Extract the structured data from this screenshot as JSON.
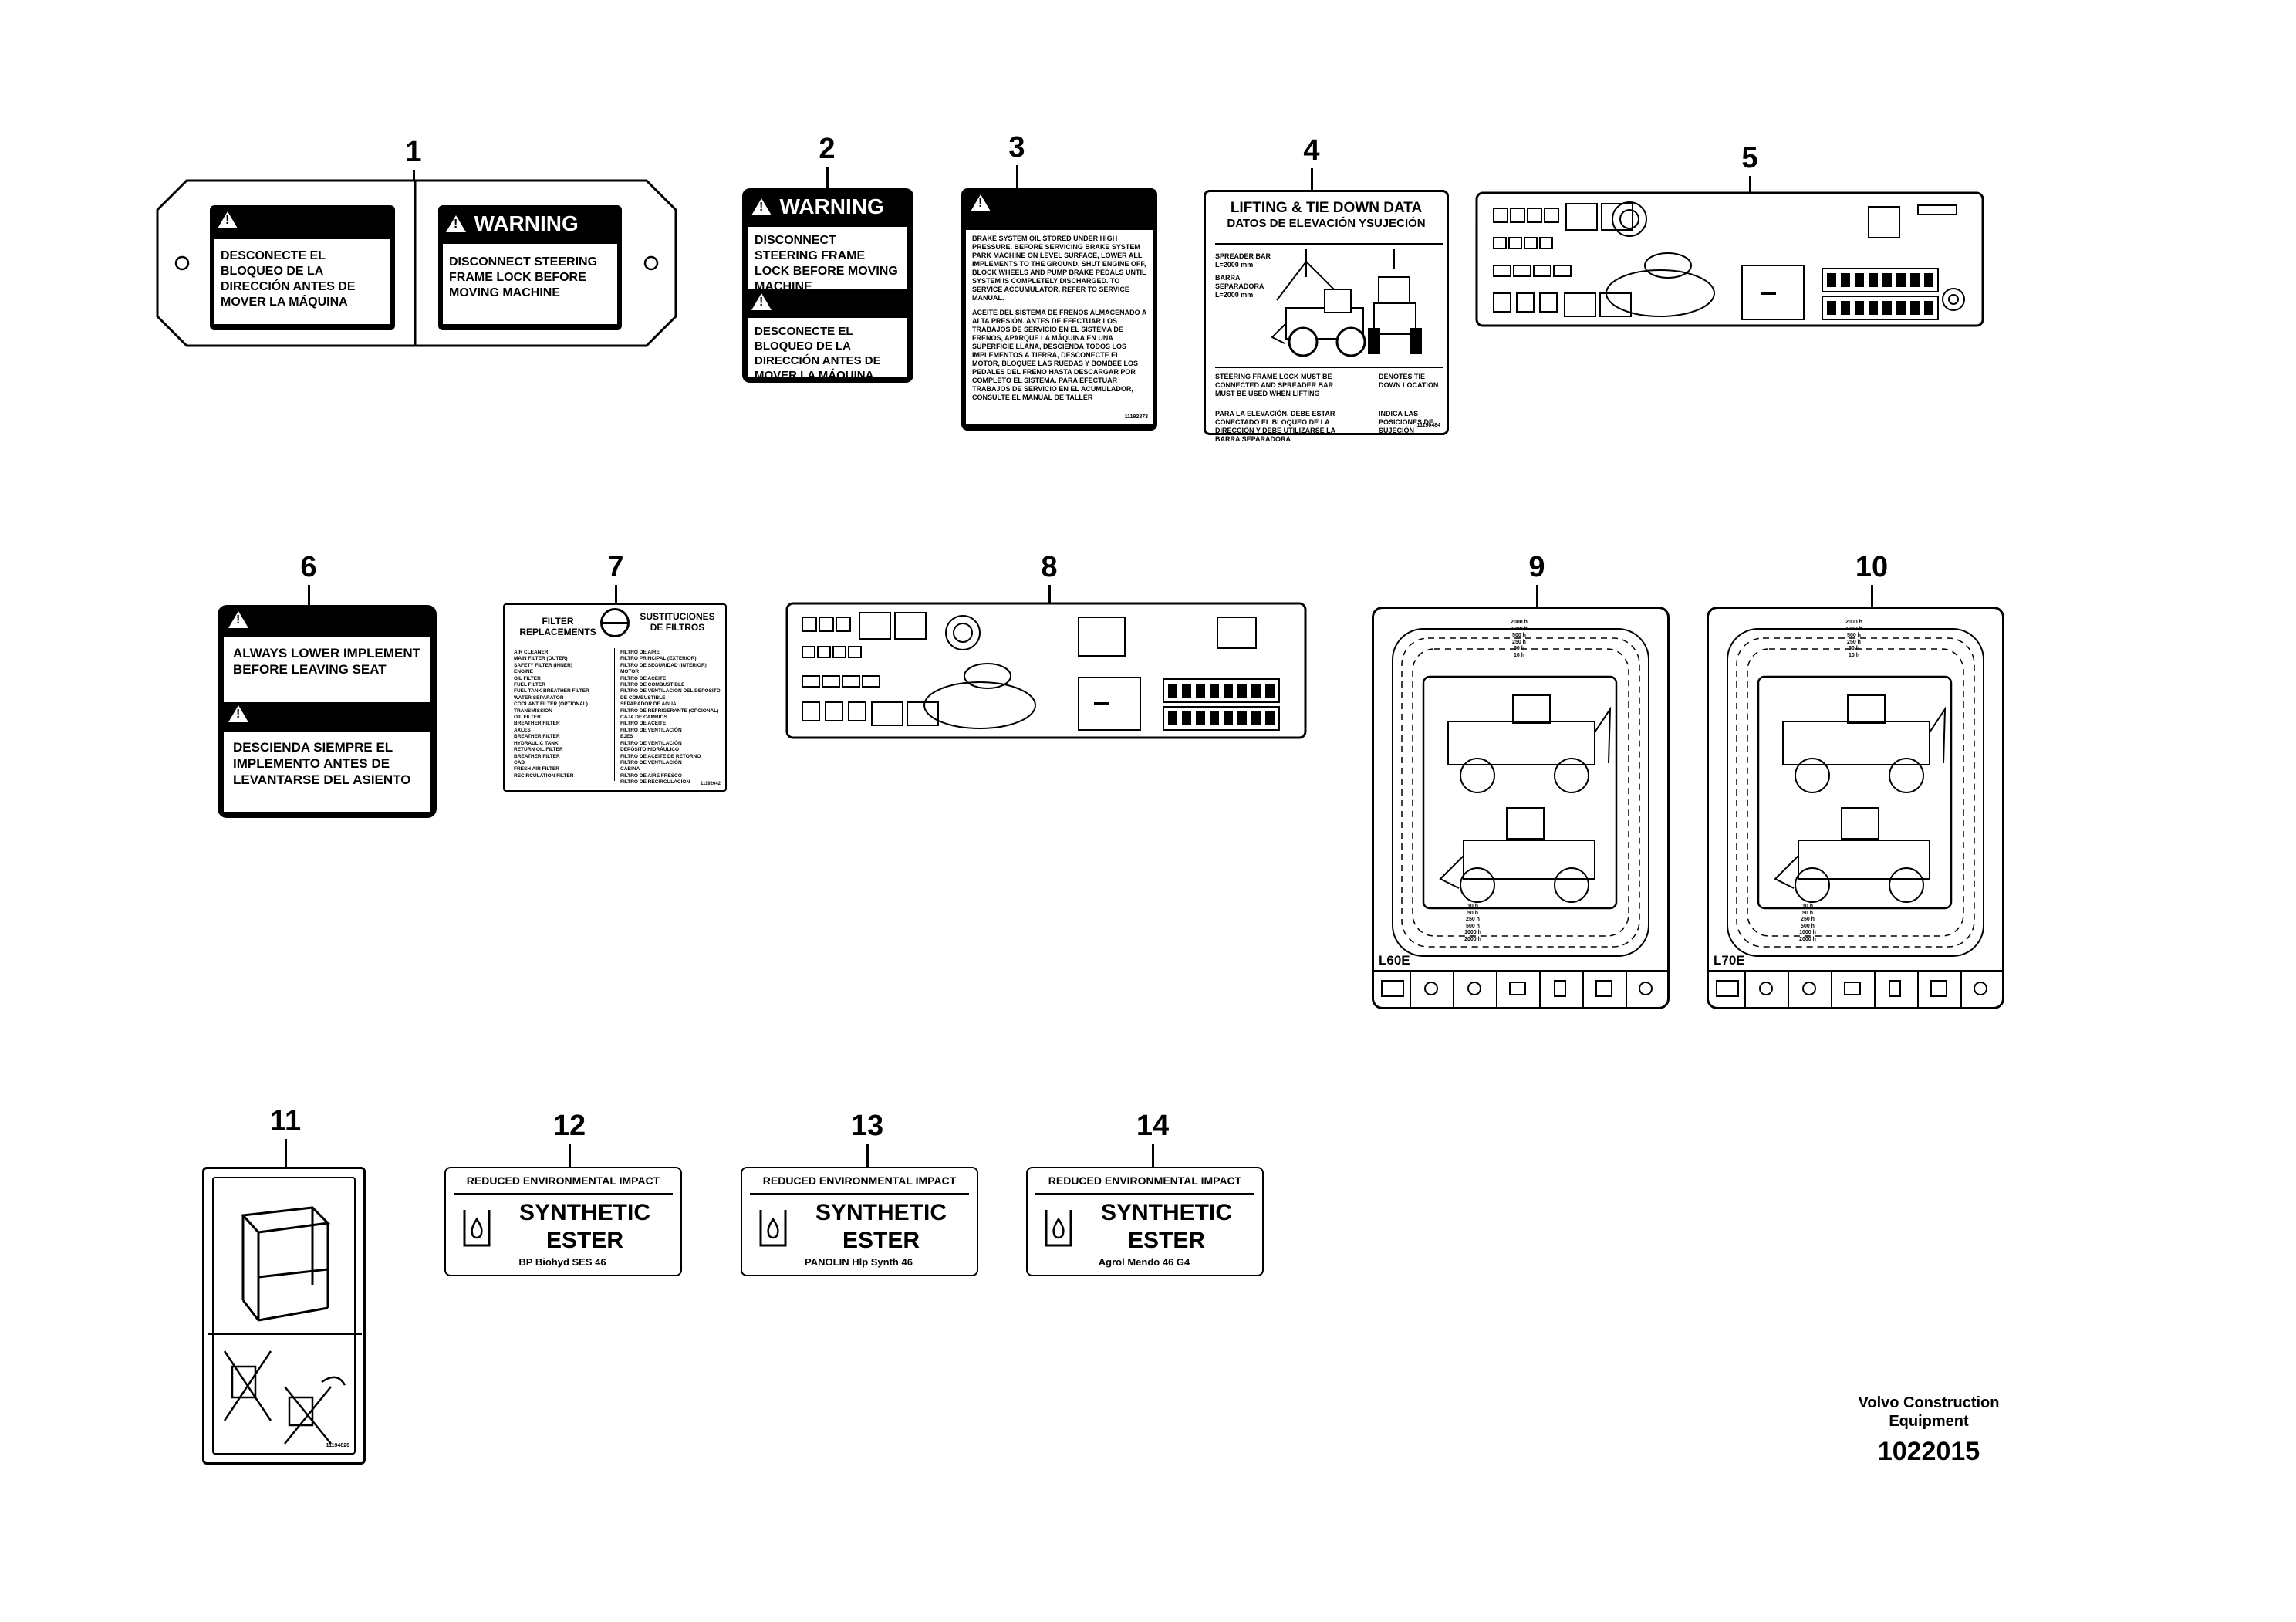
{
  "callouts": [
    "1",
    "2",
    "3",
    "4",
    "5",
    "6",
    "7",
    "8",
    "9",
    "10",
    "11",
    "12",
    "13",
    "14"
  ],
  "label1": {
    "left_text": "DESCONECTE EL BLOQUEO DE LA DIRECCIÓN ANTES DE MOVER LA MÁQUINA",
    "right_heading": "WARNING",
    "right_text": "DISCONNECT STEERING FRAME LOCK BEFORE MOVING MACHINE"
  },
  "label2": {
    "heading": "WARNING",
    "text_en": "DISCONNECT STEERING FRAME LOCK BEFORE MOVING MACHINE",
    "text_es": "DESCONECTE EL BLOQUEO DE LA DIRECCIÓN ANTES DE MOVER LA MÁQUINA"
  },
  "label3": {
    "text_en": "BRAKE SYSTEM OIL STORED UNDER HIGH PRESSURE. BEFORE SERVICING BRAKE SYSTEM PARK MACHINE ON LEVEL SURFACE, LOWER ALL IMPLEMENTS TO THE GROUND, SHUT ENGINE OFF, BLOCK WHEELS AND PUMP BRAKE PEDALS UNTIL SYSTEM IS COMPLETELY DISCHARGED. TO SERVICE ACCUMULATOR, REFER TO SERVICE MANUAL.",
    "text_es": "ACEITE DEL SISTEMA DE FRENOS ALMACENADO A ALTA PRESIÓN. ANTES DE EFECTUAR LOS TRABAJOS DE SERVICIO EN EL SISTEMA DE FRENOS, APARQUE LA MÁQUINA EN UNA SUPERFICIE LLANA, DESCIENDA TODOS LOS IMPLEMENTOS A TIERRA, DESCONECTE EL MOTOR, BLOQUEE LAS RUEDAS Y BOMBEE LOS PEDALES DEL FRENO HASTA DESCARGAR POR COMPLETO EL SISTEMA. PARA EFECTUAR TRABAJOS DE SERVICIO EN EL ACUMULADOR, CONSULTE EL MANUAL DE TALLER",
    "code": "11192873"
  },
  "label4": {
    "title": "LIFTING & TIE DOWN DATA",
    "subtitle": "DATOS DE ELEVACIÓN YSUJECIÓN",
    "spec_en": "SPREADER BAR L=2000 mm",
    "spec_es": "BARRA SEPARADORA L=2000 mm",
    "note_en": "STEERING FRAME LOCK MUST BE CONNECTED AND SPREADER BAR MUST BE USED WHEN LIFTING",
    "legend_en": "DENOTES TIE DOWN LOCATION",
    "note_es": "PARA LA ELEVACIÓN, DEBE ESTAR CONECTADO EL BLOQUEO DE LA DIRECCIÓN Y DEBE UTILIZARSE LA BARRA SEPARADORA",
    "legend_es": "INDICA LAS POSICIONES DE SUJECIÓN",
    "code": "11190484"
  },
  "label6": {
    "text_en": "ALWAYS LOWER IMPLEMENT BEFORE LEAVING SEAT",
    "text_es": "DESCIENDA SIEMPRE EL IMPLEMENTO ANTES DE LEVANTARSE DEL ASIENTO"
  },
  "label7": {
    "head_en": "FILTER REPLACEMENTS",
    "head_es": "SUSTITUCIONES DE FILTROS",
    "rows_en": [
      "AIR CLEANER",
      "MAIN FILTER (OUTER)",
      "SAFETY FILTER (INNER)",
      "ENGINE",
      "OIL FILTER",
      "FUEL FILTER",
      "FUEL TANK BREATHER FILTER",
      "WATER SEPARATOR",
      "COOLANT FILTER (OPTIONAL)",
      "TRANSMISSION",
      "OIL FILTER",
      "BREATHER FILTER",
      "AXLES",
      "BREATHER FILTER",
      "HYDRAULIC TANK",
      "RETURN OIL FILTER",
      "BREATHER FILTER",
      "CAB",
      "FRESH AIR FILTER",
      "RECIRCULATION FILTER"
    ],
    "rows_es": [
      "FILTRO DE AIRE",
      "FILTRO PRINCIPAL (EXTERIOR)",
      "FILTRO DE SEGURIDAD (INTERIOR)",
      "MOTOR",
      "FILTRO DE ACEITE",
      "FILTRO DE COMBUSTIBLE",
      "FILTRO DE VENTILACIÓN DEL DEPÓSITO DE COMBUSTIBLE",
      "SEPARADOR DE AGUA",
      "FILTRO DE REFRIGERANTE (OPCIONAL)",
      "CAJA DE CAMBIOS",
      "FILTRO DE ACEITE",
      "FILTRO DE VENTILACIÓN",
      "EJES",
      "FILTRO DE VENTILACIÓN",
      "DEPÓSITO HIDRÁULICO",
      "FILTRO DE ACEITE DE RETORNO",
      "FILTRO DE VENTILACIÓN",
      "CABINA",
      "FILTRO DE AIRE FRESCO",
      "FILTRO DE RECIRCULACIÓN"
    ],
    "code": "11192042"
  },
  "label9": {
    "model": "L60E",
    "hours_top": [
      "2000 h",
      "1000 h",
      "500 h",
      "250 h",
      "50 h",
      "10 h"
    ],
    "hours_bottom": [
      "10 h",
      "50 h",
      "250 h",
      "500 h",
      "1000 h",
      "2000 h"
    ]
  },
  "label10": {
    "model": "L70E",
    "hours_top": [
      "2000 h",
      "1000 h",
      "500 h",
      "250 h",
      "50 h",
      "10 h"
    ],
    "hours_bottom": [
      "10 h",
      "50 h",
      "250 h",
      "500 h",
      "1000 h",
      "2000 h"
    ]
  },
  "label11": {
    "code": "11194820"
  },
  "label12": {
    "top": "REDUCED ENVIRONMENTAL IMPACT",
    "main1": "SYNTHETIC",
    "main2": "ESTER",
    "brand": "BP Biohyd SES 46"
  },
  "label13": {
    "top": "REDUCED ENVIRONMENTAL IMPACT",
    "main1": "SYNTHETIC",
    "main2": "ESTER",
    "brand": "PANOLIN Hlp Synth 46"
  },
  "label14": {
    "top": "REDUCED ENVIRONMENTAL IMPACT",
    "main1": "SYNTHETIC",
    "main2": "ESTER",
    "brand": "Agrol Mendo 46 G4"
  },
  "footer": {
    "company_line1": "Volvo Construction",
    "company_line2": "Equipment",
    "drawing_number": "1022015"
  }
}
